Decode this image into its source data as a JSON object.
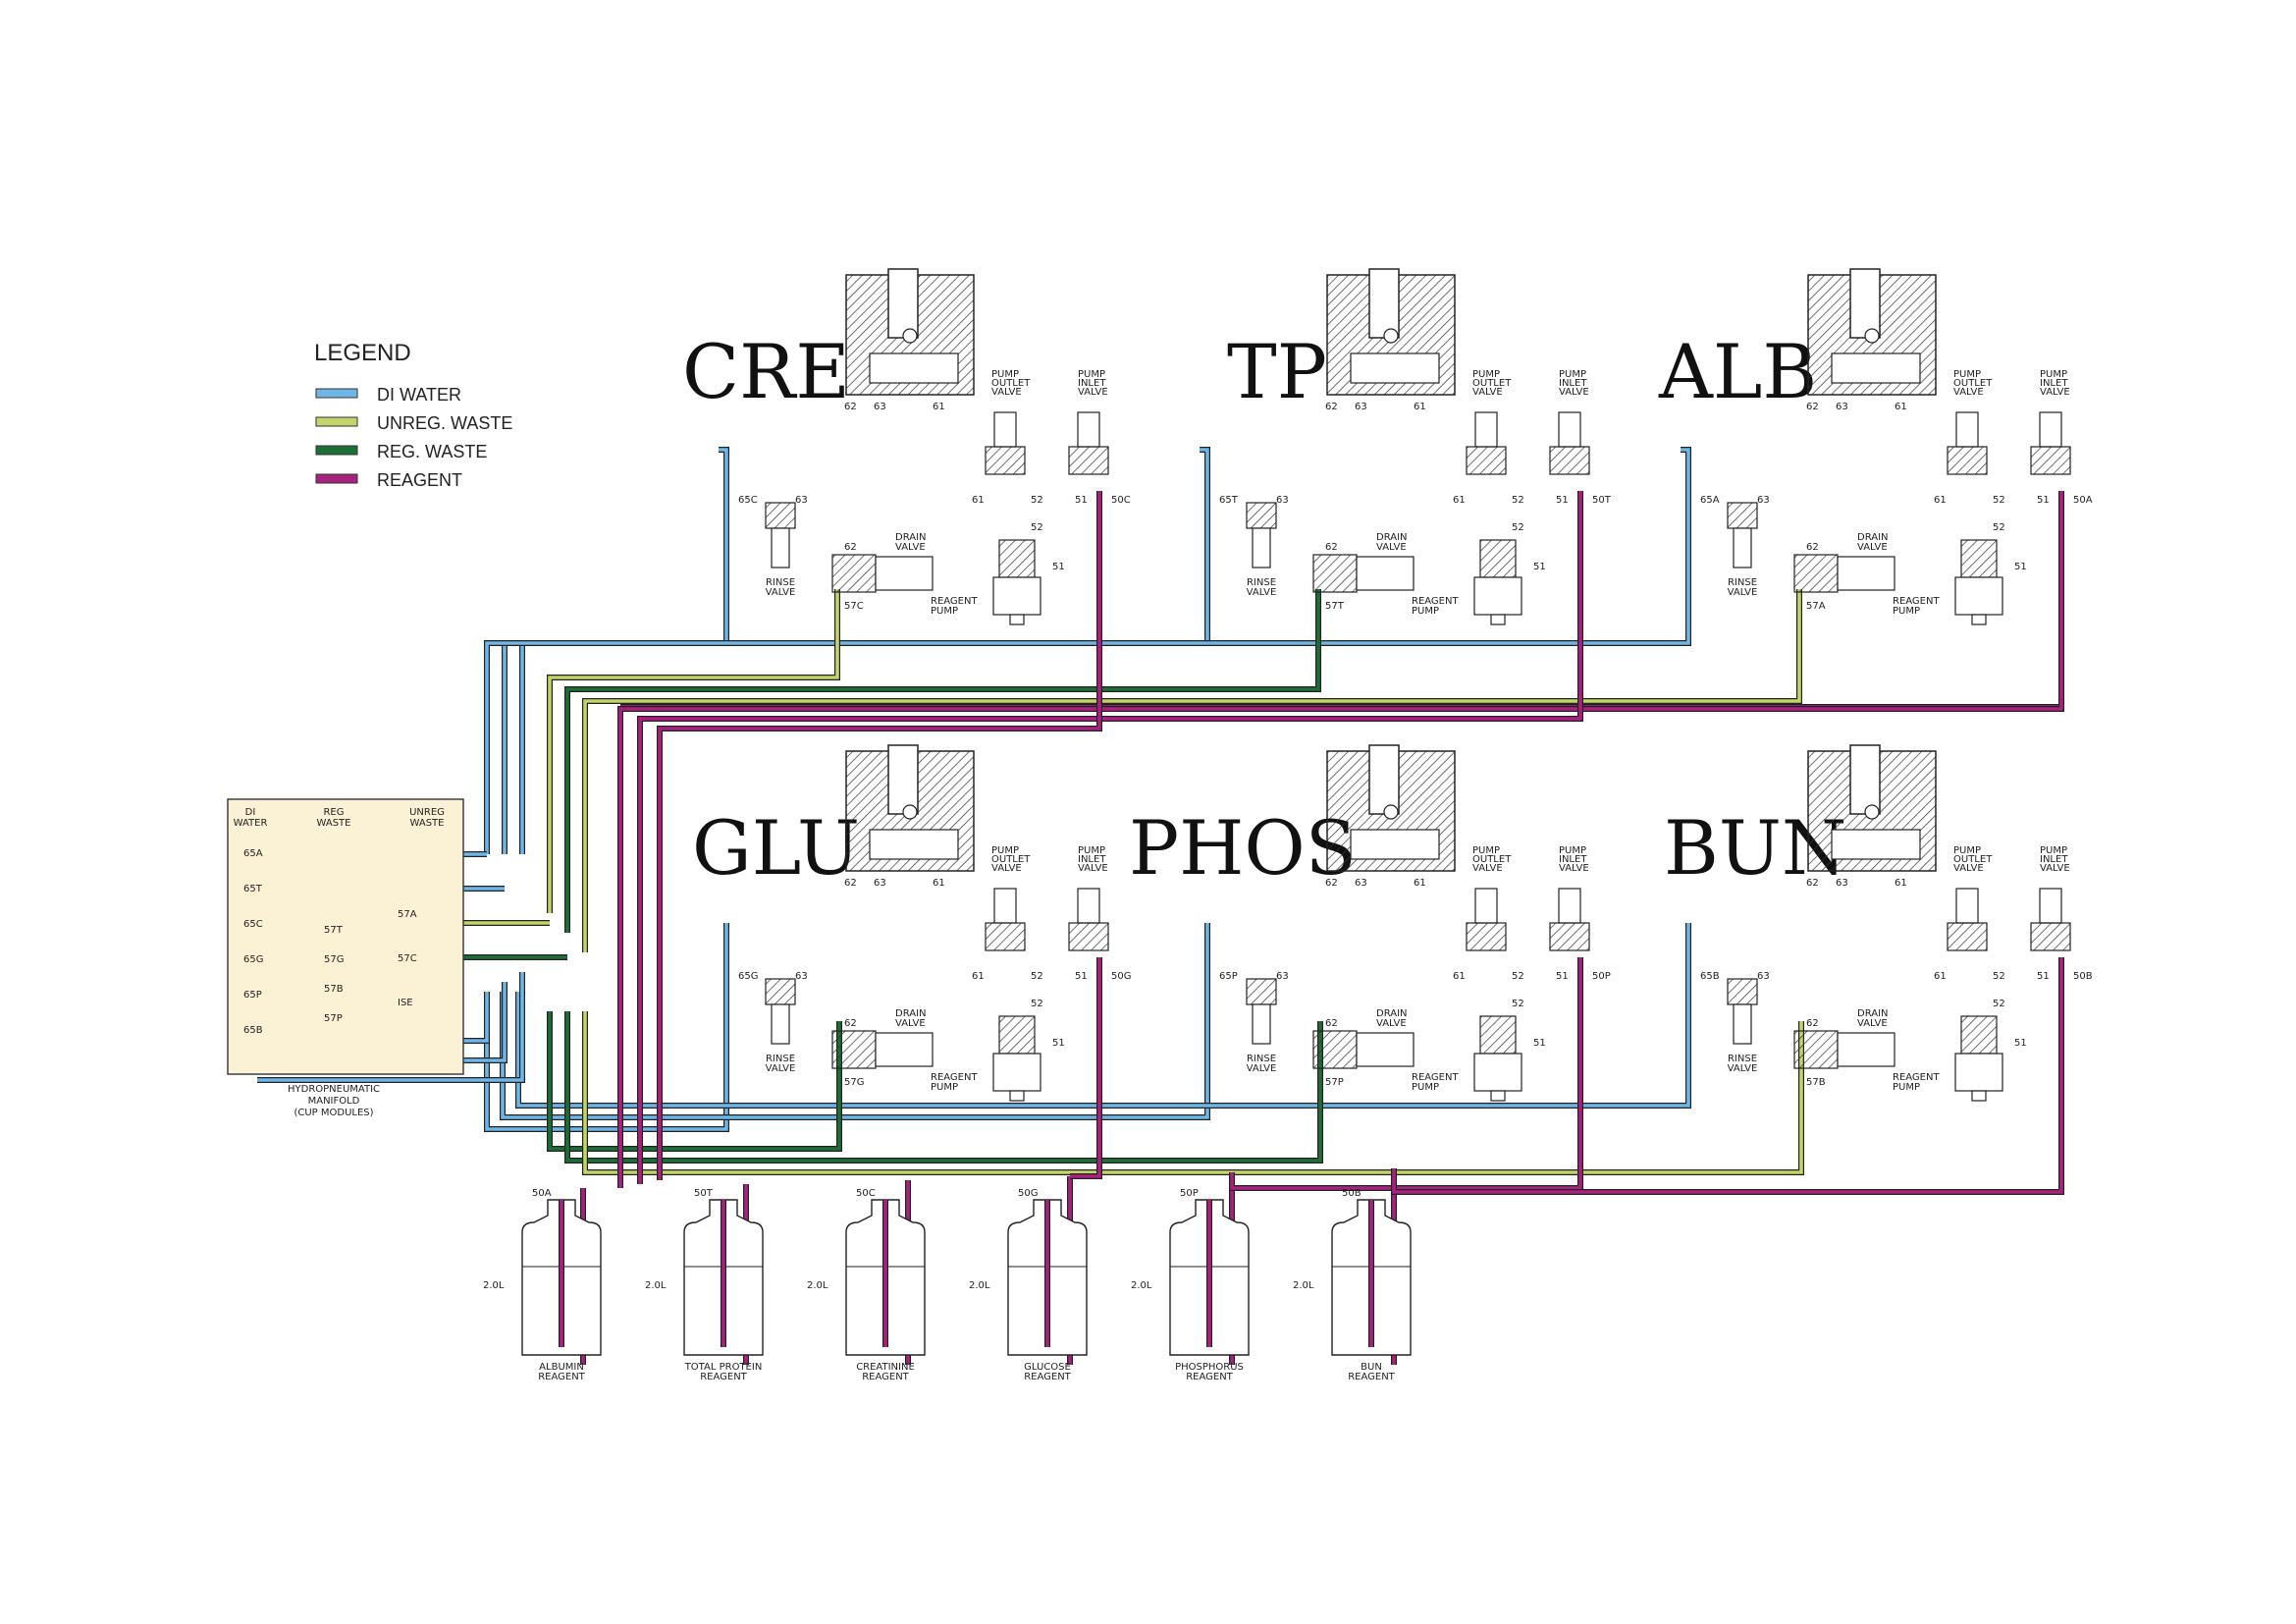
{
  "legend": {
    "title": "LEGEND",
    "items": [
      {
        "label": "DI WATER",
        "color": "#6fb6e6"
      },
      {
        "label": "UNREG. WASTE",
        "color": "#c2d46b"
      },
      {
        "label": "REG. WASTE",
        "color": "#1e6e38"
      },
      {
        "label": "REAGENT",
        "color": "#a8237e"
      }
    ]
  },
  "modules": [
    {
      "name": "CRE",
      "rinse_id": "65C",
      "drain_id": "57C",
      "inlet_id": "50C"
    },
    {
      "name": "TP",
      "rinse_id": "65T",
      "drain_id": "57T",
      "inlet_id": "50T"
    },
    {
      "name": "ALB",
      "rinse_id": "65A",
      "drain_id": "57A",
      "inlet_id": "50A"
    },
    {
      "name": "GLU",
      "rinse_id": "65G",
      "drain_id": "57G",
      "inlet_id": "50G"
    },
    {
      "name": "PHOS",
      "rinse_id": "65P",
      "drain_id": "57P",
      "inlet_id": "50P"
    },
    {
      "name": "BUN",
      "rinse_id": "65B",
      "drain_id": "57B",
      "inlet_id": "50B"
    }
  ],
  "component_labels": {
    "pump_outlet_valve": [
      "PUMP",
      "OUTLET",
      "VALVE"
    ],
    "pump_inlet_valve": [
      "PUMP",
      "INLET",
      "VALVE"
    ],
    "drain_valve": [
      "DRAIN",
      "VALVE"
    ],
    "rinse_valve": [
      "RINSE",
      "VALVE"
    ],
    "reagent_pump": [
      "REAGENT",
      "PUMP"
    ],
    "ports": {
      "p62": "62",
      "p63": "63",
      "p61": "61",
      "p52": "52",
      "p51": "51"
    }
  },
  "manifold": {
    "headers": [
      "DI\nWATER",
      "REG\nWASTE",
      "UNREG\nWASTE"
    ],
    "header_di": [
      "DI",
      "WATER"
    ],
    "header_reg": [
      "REG",
      "WASTE"
    ],
    "header_unreg": [
      "UNREG",
      "WASTE"
    ],
    "ports_left": [
      "65A",
      "65T",
      "65C",
      "65G",
      "65P",
      "65B"
    ],
    "ports_mid": [
      "57T",
      "57G",
      "57B",
      "57P"
    ],
    "ports_right": [
      "57A",
      "57C",
      "ISE"
    ],
    "caption": [
      "HYDROPNEUMATIC",
      "MANIFOLD",
      "(CUP MODULES)"
    ]
  },
  "bottles": [
    {
      "id": "50A",
      "volume": "2.0L",
      "label": [
        "ALBUMIN",
        "REAGENT"
      ]
    },
    {
      "id": "50T",
      "volume": "2.0L",
      "label": [
        "TOTAL PROTEIN",
        "REAGENT"
      ]
    },
    {
      "id": "50C",
      "volume": "2.0L",
      "label": [
        "CREATININE",
        "REAGENT"
      ]
    },
    {
      "id": "50G",
      "volume": "2.0L",
      "label": [
        "GLUCOSE",
        "REAGENT"
      ]
    },
    {
      "id": "50P",
      "volume": "2.0L",
      "label": [
        "PHOSPHORUS",
        "REAGENT"
      ]
    },
    {
      "id": "50B",
      "volume": "2.0L",
      "label": [
        "BUN",
        "REAGENT"
      ]
    }
  ]
}
